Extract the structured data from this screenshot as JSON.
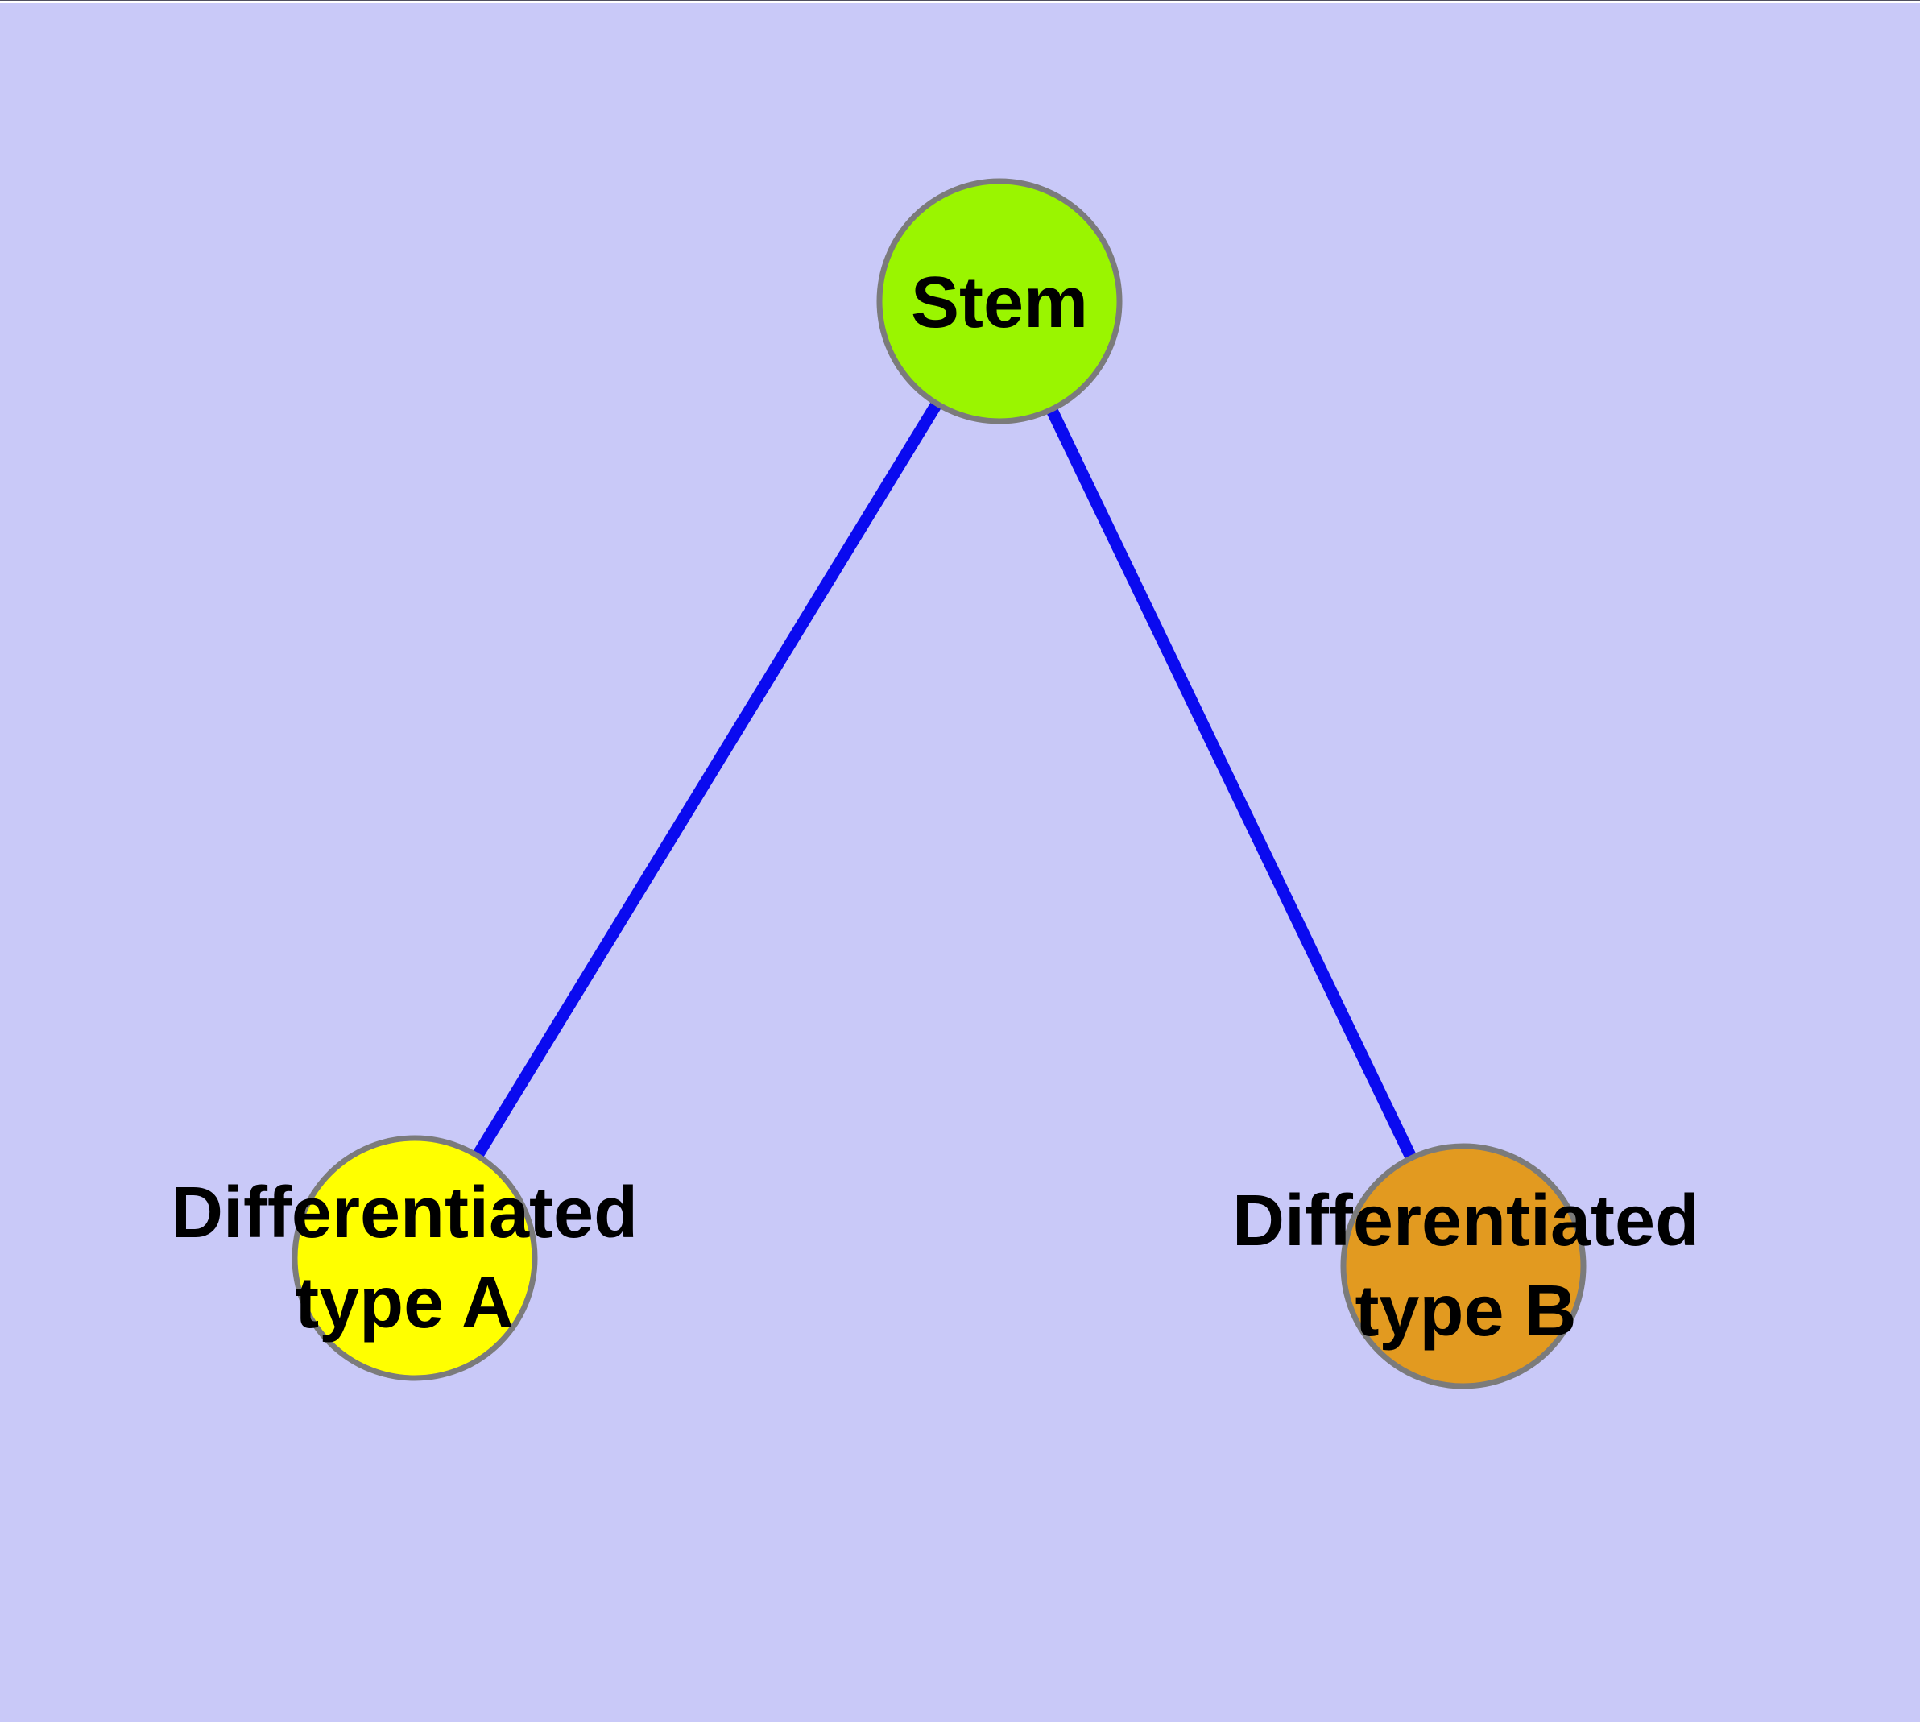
{
  "diagram": {
    "background_color": "#c9c9f8",
    "node_border_color": "#7b7b7b",
    "edge_color": "#0a0af0",
    "text_color": "#000000",
    "nodes": [
      {
        "id": "stem",
        "label_lines": [
          "Stem"
        ],
        "label_text": "Stem",
        "fill": "#9af500"
      },
      {
        "id": "differentiated-type-a",
        "label_lines": [
          "Differentiated",
          "type A"
        ],
        "label_text": "Differentiated type A",
        "fill": "#ffff00"
      },
      {
        "id": "differentiated-type-b",
        "label_lines": [
          "Differentiated",
          "type B"
        ],
        "label_text": "Differentiated type B",
        "fill": "#e29a20"
      }
    ],
    "edges": [
      {
        "from": "Stem",
        "to": "Differentiated type A"
      },
      {
        "from": "Stem",
        "to": "Differentiated type B"
      }
    ]
  }
}
